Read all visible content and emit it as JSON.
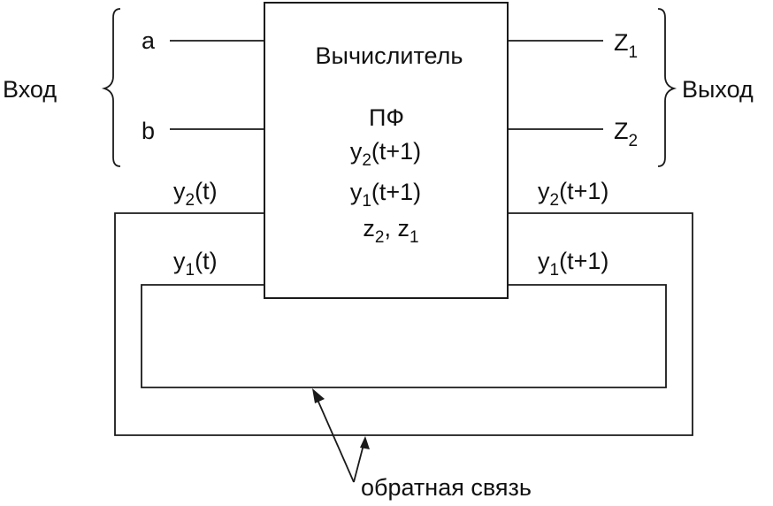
{
  "input": {
    "group_label": "Вход",
    "a": "a",
    "b": "b"
  },
  "output": {
    "group_label": "Выход",
    "z1_base": "Z",
    "z1_sub": "1",
    "z2_base": "Z",
    "z2_sub": "2"
  },
  "block": {
    "title": "Вычислитель",
    "line1": "ПФ",
    "line2_base": "y",
    "line2_sub": "2",
    "line2_rest": "(t+1)",
    "line3_base": "y",
    "line3_sub": "1",
    "line3_rest": "(t+1)",
    "line4_z2_base": "z",
    "line4_z2_sub": "2",
    "line4_sep": ", z",
    "line4_z1_sub": "1"
  },
  "feedback_left": {
    "top_base": "y",
    "top_sub": "2",
    "top_rest": "(t)",
    "bottom_base": "y",
    "bottom_sub": "1",
    "bottom_rest": "(t)"
  },
  "feedback_right": {
    "top_base": "y",
    "top_sub": "2",
    "top_rest": "(t+1)",
    "bottom_base": "y",
    "bottom_sub": "1",
    "bottom_rest": "(t+1)"
  },
  "feedback": {
    "label": "обратная связь"
  }
}
